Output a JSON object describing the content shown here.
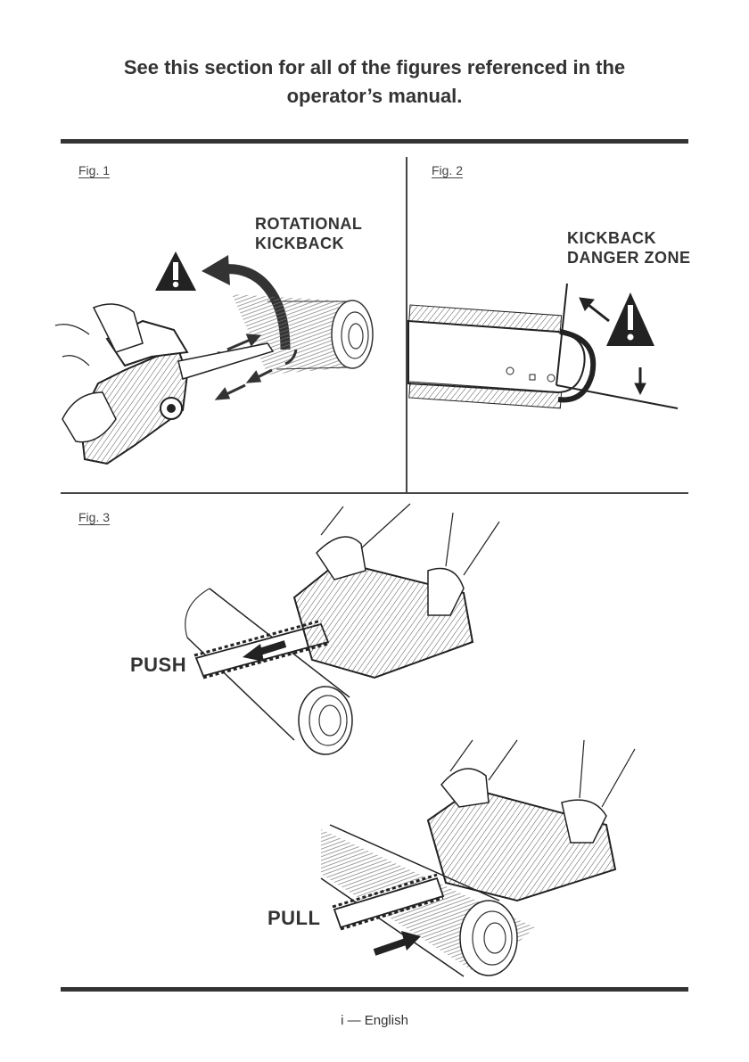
{
  "header": {
    "title_line1": "See this section for all of the figures referenced in the",
    "title_line2": "operator’s manual."
  },
  "figures": {
    "fig1": {
      "label": "Fig. 1",
      "callout_line1": "ROTATIONAL",
      "callout_line2": "KICKBACK"
    },
    "fig2": {
      "label": "Fig. 2",
      "callout_line1": "KICKBACK",
      "callout_line2": "DANGER ZONE"
    },
    "fig3": {
      "label": "Fig. 3",
      "push_label": "PUSH",
      "pull_label": "PULL"
    }
  },
  "footer": {
    "page_label": "i — English"
  },
  "icons": [
    "warning-triangle-icon",
    "curved-arrow-icon",
    "straight-arrow-icon"
  ],
  "colors": {
    "ink": "#333333",
    "paper": "#ffffff"
  }
}
